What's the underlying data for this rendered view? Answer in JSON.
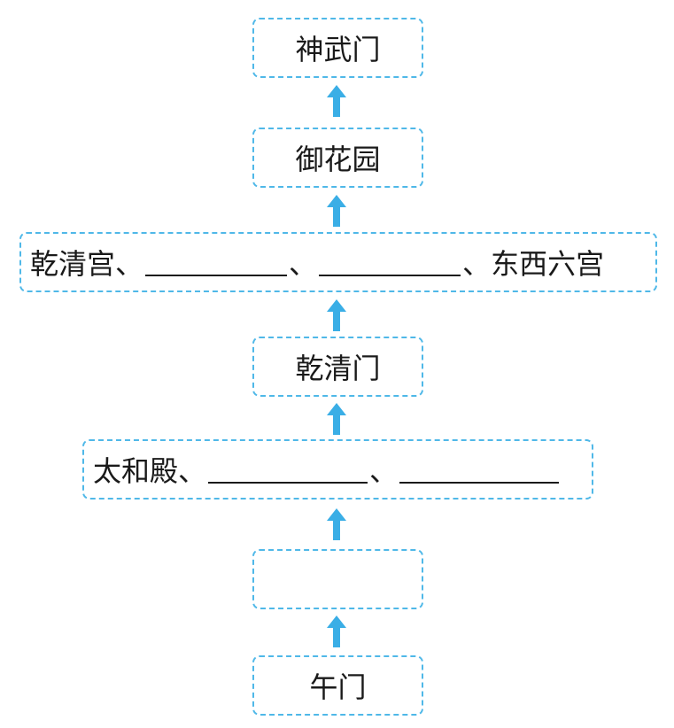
{
  "colors": {
    "box_border": "#4fb8e8",
    "arrow": "#3aaee6",
    "text": "#1a1a1a"
  },
  "flow": {
    "box1": {
      "text": "神武门"
    },
    "box2": {
      "text": "御花园"
    },
    "box3": {
      "first": "乾清宫",
      "sep1": "、",
      "sep2": "、",
      "sep3": "、",
      "last": "东西六宫"
    },
    "box4": {
      "text": "乾清门"
    },
    "box5": {
      "first": "太和殿",
      "sep1": "、",
      "sep2": "、"
    },
    "box6": {
      "text": ""
    },
    "box7": {
      "text": "午门"
    }
  },
  "arrow_icon": "up-arrow-icon"
}
